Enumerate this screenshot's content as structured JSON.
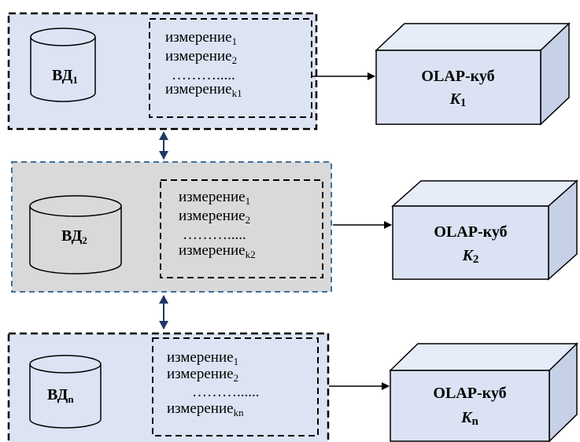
{
  "colors": {
    "panel_blue": "#dce3f3",
    "panel_gray": "#d9d9d9",
    "cube_face": "#dae2f3",
    "cube_top": "#e6ecf8",
    "cube_side": "#c6d0e6",
    "arrow_dark": "#1f3864",
    "border_dashed_blue": "#41719c"
  },
  "groups": [
    {
      "db_main": "ВД",
      "db_sub": "1",
      "dims": [
        {
          "main": "измерение",
          "sub": "1"
        },
        {
          "main": "измерение",
          "sub": "2"
        },
        {
          "main": "……….....",
          "sub": ""
        },
        {
          "main": "измерение",
          "sub": "k1"
        }
      ],
      "cube_line1": "OLAP-куб",
      "cube_k": "K",
      "cube_sub": "1"
    },
    {
      "db_main": "ВД",
      "db_sub": "2",
      "dims": [
        {
          "main": "измерение",
          "sub": "1"
        },
        {
          "main": "измерение",
          "sub": "2"
        },
        {
          "main": "……….....",
          "sub": ""
        },
        {
          "main": "измерение",
          "sub": "k2"
        }
      ],
      "cube_line1": "OLAP-куб",
      "cube_k": "K",
      "cube_sub": "2"
    },
    {
      "db_main": "ВД",
      "db_sub": "n",
      "dims": [
        {
          "main": "измерение",
          "sub": "1"
        },
        {
          "main": "измерение",
          "sub": "2"
        },
        {
          "main": "………......",
          "sub": ""
        },
        {
          "main": "измерение",
          "sub": "kn"
        }
      ],
      "cube_line1": "OLAP-куб",
      "cube_k": "K",
      "cube_sub": "n"
    }
  ]
}
